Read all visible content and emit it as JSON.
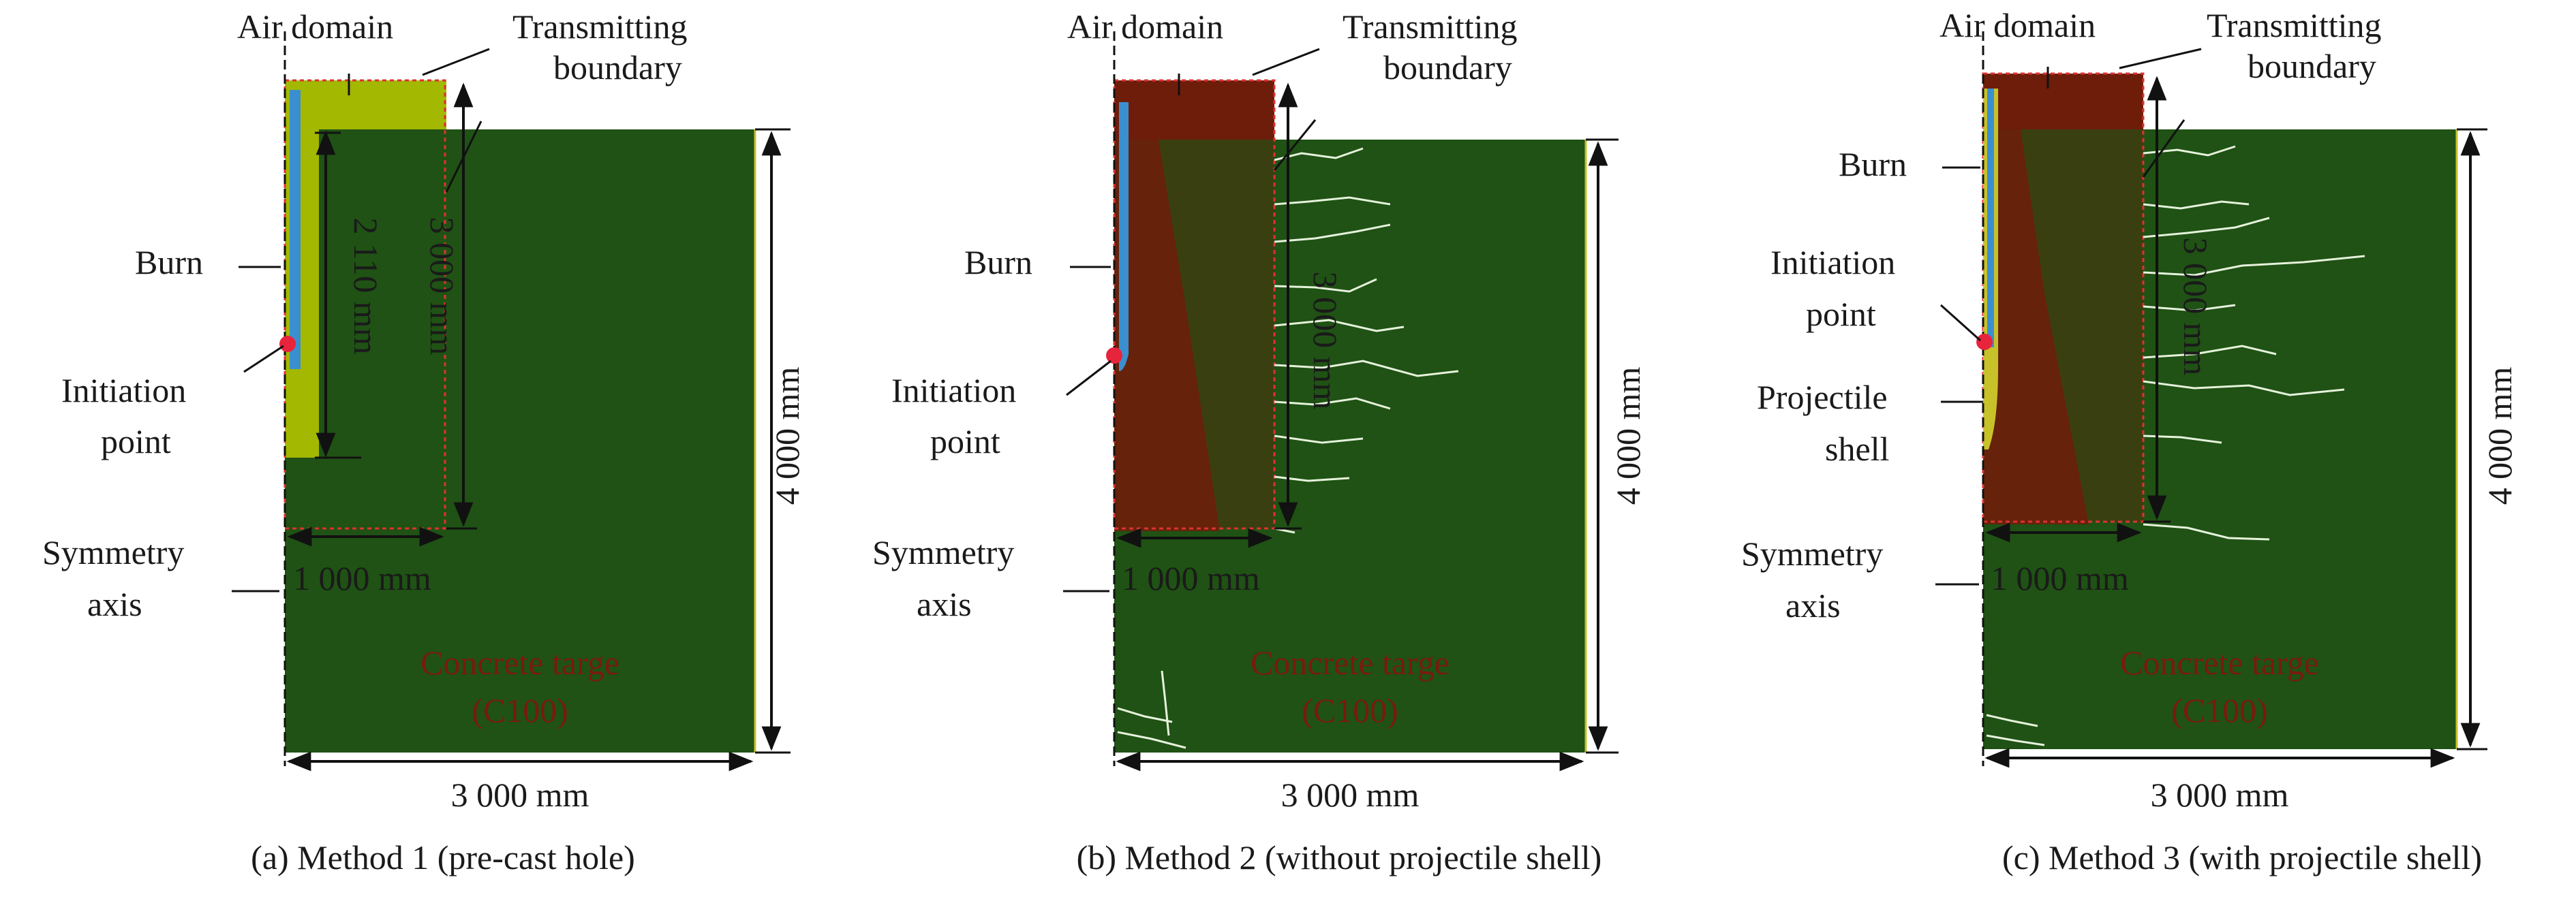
{
  "panels": [
    {
      "id": "a",
      "caption": "(a) Method 1 (pre-cast hole)",
      "labels": {
        "air_domain": "Air domain",
        "transmitting_boundary": [
          "Transmitting",
          "boundary"
        ],
        "burn": "Burn",
        "initiation_point": [
          "Initiation",
          "point"
        ],
        "symmetry_axis": [
          "Symmetry",
          "axis"
        ],
        "target": [
          "Concrete targe",
          "(C100)"
        ]
      },
      "dimensions": {
        "hole_depth": "2 110 mm",
        "air_height": "3 000 mm",
        "air_width": "1 000 mm",
        "target_height": "4 000 mm",
        "target_width": "3 000 mm"
      }
    },
    {
      "id": "b",
      "caption": "(b) Method 2 (without projectile shell)",
      "labels": {
        "air_domain": "Air domain",
        "transmitting_boundary": [
          "Transmitting",
          "boundary"
        ],
        "burn": "Burn",
        "initiation_point": [
          "Initiation",
          "point"
        ],
        "symmetry_axis": [
          "Symmetry",
          "axis"
        ],
        "target": [
          "Concrete targe",
          "(C100)"
        ]
      },
      "dimensions": {
        "air_height": "3 000 mm",
        "air_width": "1 000 mm",
        "target_height": "4 000 mm",
        "target_width": "3 000 mm"
      }
    },
    {
      "id": "c",
      "caption": "(c) Method 3 (with projectile shell)",
      "labels": {
        "air_domain": "Air domain",
        "transmitting_boundary": [
          "Transmitting",
          "boundary"
        ],
        "burn": "Burn",
        "initiation_point": [
          "Initiation",
          "point"
        ],
        "projectile_shell": [
          "Projectile",
          "shell"
        ],
        "symmetry_axis": [
          "Symmetry",
          "axis"
        ],
        "target": [
          "Concrete targe",
          "(C100)"
        ]
      },
      "dimensions": {
        "air_height": "3 000 mm",
        "air_width": "1 000 mm",
        "target_height": "4 000 mm",
        "target_width": "3 000 mm"
      }
    }
  ],
  "colors": {
    "concrete": "#1f5214",
    "air_method1": "#a3b800",
    "air_damaged": "#6e1d0b",
    "burn": "#3a8fd0",
    "projectile_shell": "#c7c22a",
    "initiation_point": "#e8243c",
    "boundary_dash": "#e03030",
    "crack": "#e6f2dc"
  }
}
